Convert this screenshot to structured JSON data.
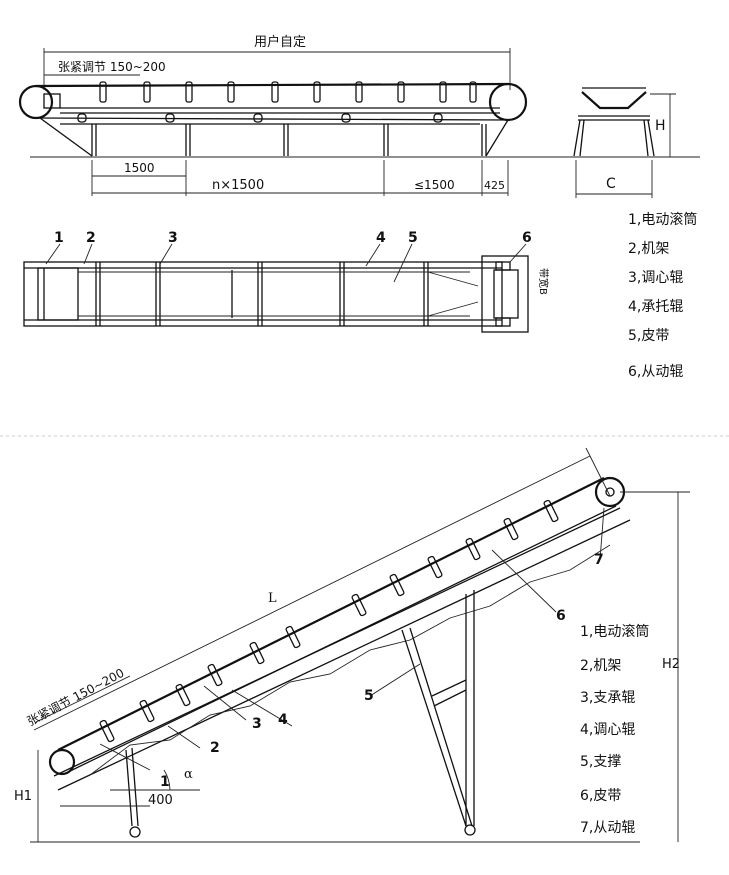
{
  "top": {
    "dim_overall": "用户自定",
    "dim_tension": "张紧调节 150~200",
    "dim_1500": "1500",
    "dim_n1500": "n×1500",
    "dim_le1500": "≤1500",
    "dim_425": "425",
    "dim_H": "H",
    "dim_C": "C",
    "dim_B": "带宽B",
    "plan_numbers": [
      "1",
      "2",
      "3",
      "4",
      "5",
      "6"
    ],
    "legend": [
      "1,电动滚筒",
      "2,机架",
      "3,调心辊",
      "4,承托辊",
      "5,皮带",
      "6,从动辊"
    ]
  },
  "bottom": {
    "dim_L": "L",
    "dim_tension": "张紧调节 150~200",
    "dim_400": "400",
    "dim_alpha": "α",
    "dim_H1": "H1",
    "dim_H2": "H2",
    "callouts": [
      "1",
      "2",
      "3",
      "4",
      "5",
      "6",
      "7"
    ],
    "legend": [
      "1,电动滚筒",
      "2,机架",
      "3,支承辊",
      "4,调心辊",
      "5,支撑",
      "6,皮带",
      "7,从动辊"
    ]
  }
}
